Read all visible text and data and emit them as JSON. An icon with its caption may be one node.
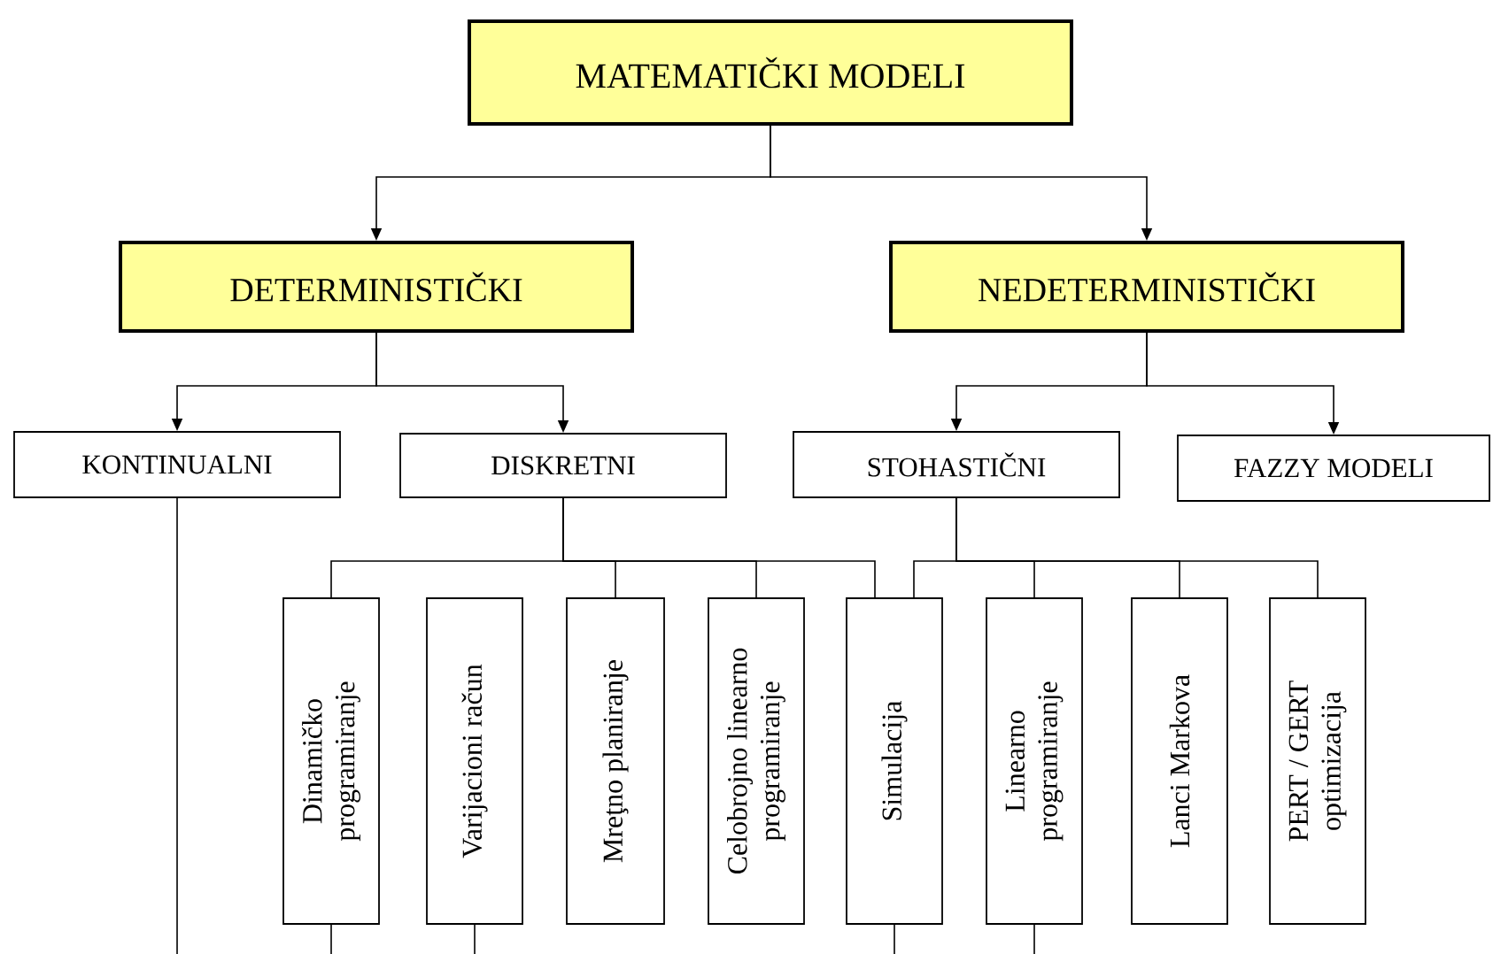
{
  "diagram": {
    "nodes": [
      {
        "text": [
          "MATEMATIČKI MODELI"
        ]
      },
      {
        "text": [
          "DETERMINISTIČKI"
        ]
      },
      {
        "text": [
          "NEDETERMINISTIČKI"
        ]
      },
      {
        "text": [
          "KONTINUALNI"
        ]
      },
      {
        "text": [
          "DISKRETNI"
        ]
      },
      {
        "text": [
          "STOHASTIČNI"
        ]
      },
      {
        "text": [
          "FAZZY MODELI"
        ]
      },
      {
        "text": [
          "Dinamičko programiranje"
        ]
      },
      {
        "text": [
          "Varijacioni račun"
        ]
      },
      {
        "text": [
          "Mreţno planiranje"
        ]
      },
      {
        "text": [
          "Celobrojno linearno programiranje"
        ]
      },
      {
        "text": [
          "Simulacija"
        ]
      },
      {
        "text": [
          "Linearno programiranje"
        ]
      },
      {
        "text": [
          "Lanci Markova"
        ]
      },
      {
        "text": [
          "PERT / GERT optimizacija"
        ]
      }
    ],
    "edges": [
      {
        "from": 0,
        "to": 1,
        "arrow": "to"
      },
      {
        "from": 0,
        "to": 2,
        "arrow": "to"
      },
      {
        "from": 1,
        "to": 3,
        "arrow": "to"
      },
      {
        "from": 1,
        "to": 4,
        "arrow": "to"
      },
      {
        "from": 2,
        "to": 5,
        "arrow": "to"
      },
      {
        "from": 2,
        "to": 6,
        "arrow": "to"
      },
      {
        "from": 4,
        "to": 7,
        "arrow": "none"
      },
      {
        "from": 4,
        "to": 9,
        "arrow": "none"
      },
      {
        "from": 4,
        "to": 10,
        "arrow": "none"
      },
      {
        "from": 4,
        "to": 11,
        "arrow": "none"
      },
      {
        "from": 5,
        "to": 11,
        "arrow": "none"
      },
      {
        "from": 5,
        "to": 12,
        "arrow": "none"
      },
      {
        "from": 5,
        "to": 13,
        "arrow": "none"
      },
      {
        "from": 5,
        "to": 14,
        "arrow": "none"
      },
      {
        "from": 3,
        "to": null,
        "arrow": "none"
      },
      {
        "from": 7,
        "to": null,
        "arrow": "none"
      },
      {
        "from": 8,
        "to": null,
        "arrow": "none"
      },
      {
        "from": 11,
        "to": null,
        "arrow": "none"
      },
      {
        "from": 12,
        "to": null,
        "arrow": "none"
      }
    ]
  }
}
